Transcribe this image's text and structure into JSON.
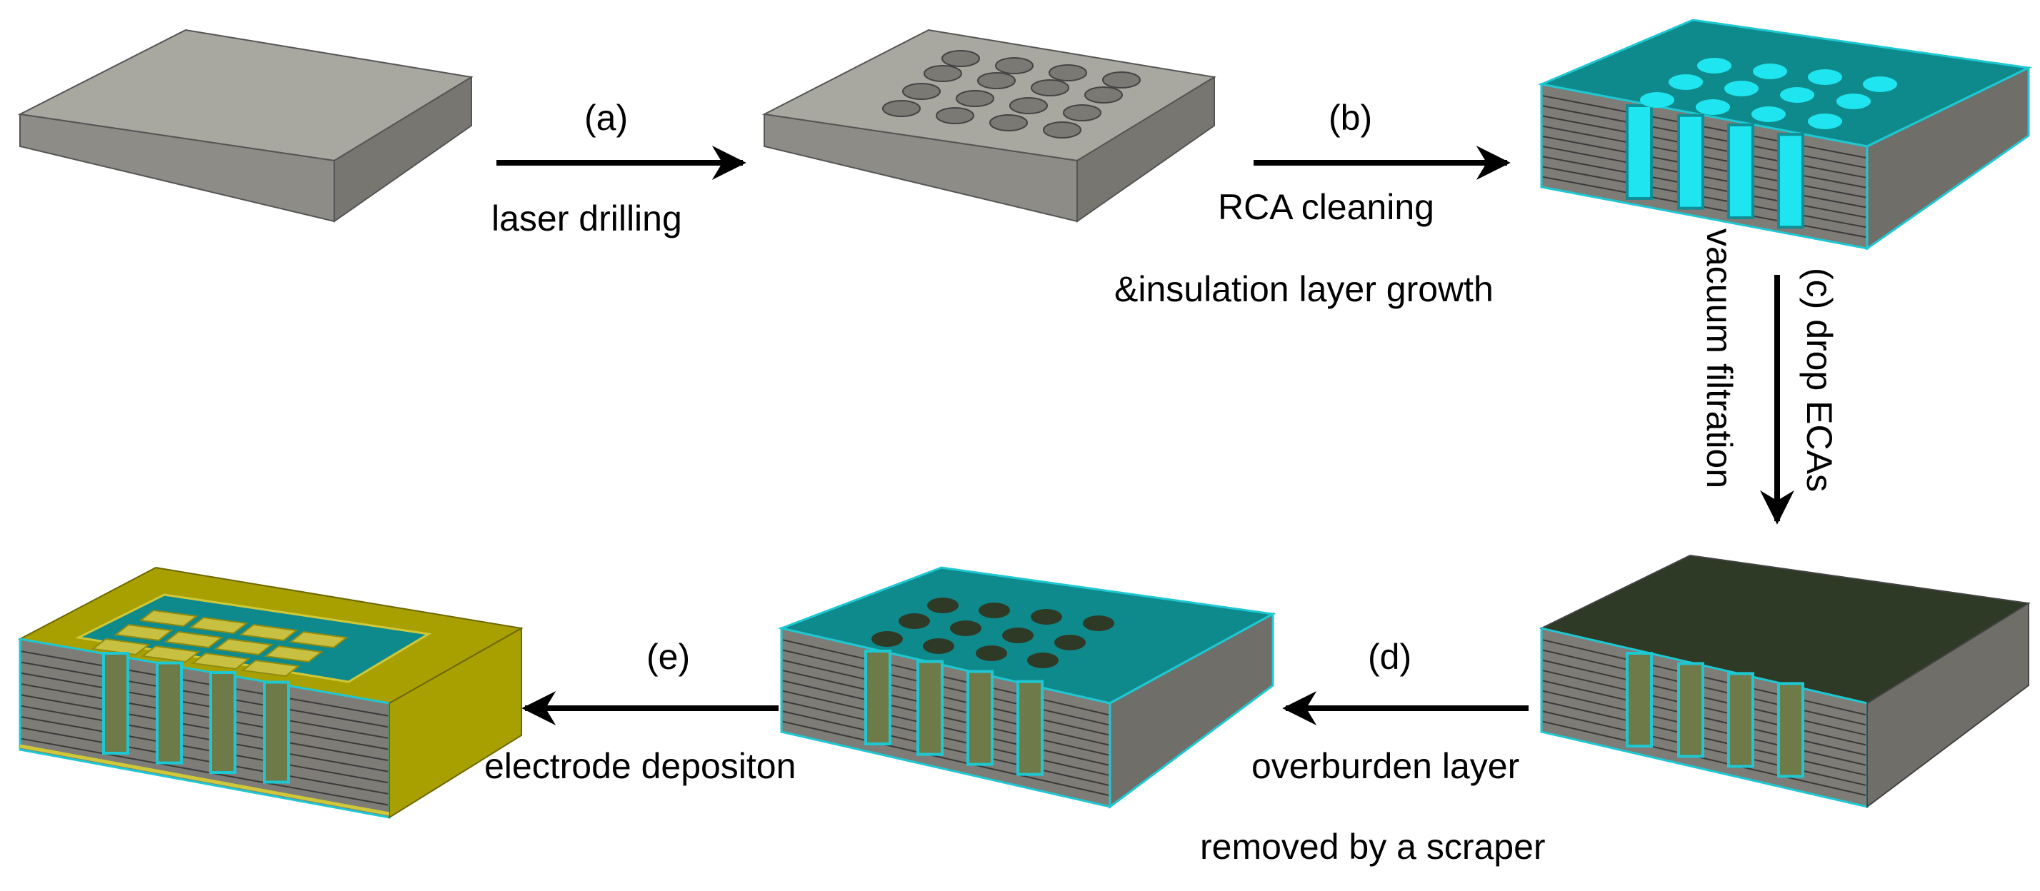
{
  "steps": {
    "a": {
      "tag": "(a)",
      "lines": [
        "laser drilling"
      ]
    },
    "b": {
      "tag": "(b)",
      "lines": [
        "RCA cleaning",
        "&insulation layer growth"
      ]
    },
    "c": {
      "tag": "(c) drop ECAs",
      "line2": "vacuum filtration"
    },
    "d": {
      "tag": "(d)",
      "lines": [
        "overburden layer",
        "removed by a scraper"
      ]
    },
    "e": {
      "tag": "(e)",
      "lines": [
        "electrode depositon"
      ]
    }
  },
  "colors": {
    "wafer_top": "#a8a7a0",
    "wafer_front": "#8d8c86",
    "wafer_side": "#777670",
    "insulation": "#1ec8d2",
    "insulation_dark": "#0f8e96",
    "teal_top": "#0f8a8c",
    "ecas": "#2e3a26",
    "filled_via": "#6e7a48",
    "electrode": "#a8a000",
    "electrode_light": "#cfc838",
    "arrow": "#000000"
  },
  "stages": [
    {
      "id": "bare-wafer",
      "state": "bare silicon wafer"
    },
    {
      "id": "drilled-wafer",
      "state": "laser drilled holes"
    },
    {
      "id": "insulated-wafer",
      "state": "cleaned, insulation layer"
    },
    {
      "id": "ecas-wafer",
      "state": "ECAs dropped, vacuum filtered"
    },
    {
      "id": "scraped-wafer",
      "state": "overburden removed"
    },
    {
      "id": "electrode-wafer",
      "state": "electrodes deposited"
    }
  ]
}
